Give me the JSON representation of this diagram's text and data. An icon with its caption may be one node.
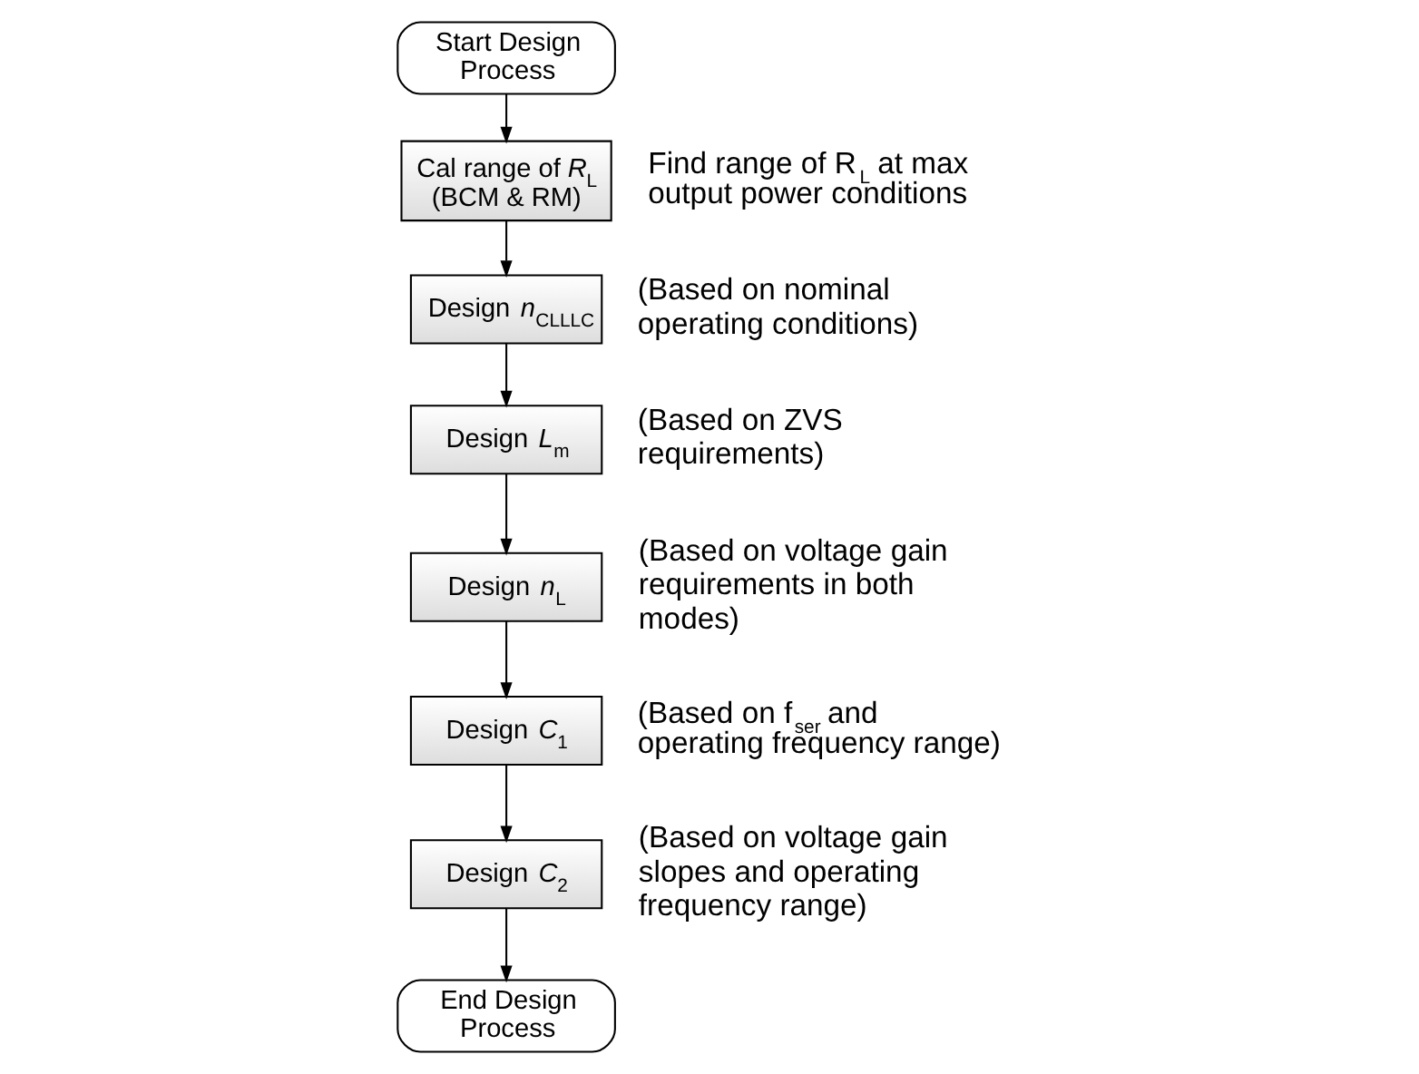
{
  "diagram": {
    "nodes": [
      {
        "text": [
          "Start Design Process"
        ]
      },
      {
        "text": [
          "Cal range of *R*$_{L}$ (BCM & RM)"
        ],
        "beside": [
          "Find range of R$_{L}$ at max output power conditions"
        ]
      },
      {
        "text": [
          "Design *n*$_{CLLLC}$"
        ],
        "beside": [
          "(Based on nominal operating conditions)"
        ]
      },
      {
        "text": [
          "Design *L*$_{m}$"
        ],
        "beside": [
          "(Based on ZVS requirements)"
        ]
      },
      {
        "text": [
          "Design *n*$_{L}$"
        ],
        "beside": [
          "(Based on voltage gain requirements in both modes)"
        ]
      },
      {
        "text": [
          "Design *C*$_{1}$"
        ],
        "beside": [
          "(Based on f$_{ser}$ and operating frequency range)"
        ]
      },
      {
        "text": [
          "Design *C*$_{2}$"
        ],
        "beside": [
          "(Based on voltage gain slopes and operating frequency range)"
        ]
      },
      {
        "text": [
          "End Design Process"
        ]
      }
    ],
    "edges": [
      {
        "from": 0,
        "to": 1,
        "arrow": "to"
      },
      {
        "from": 1,
        "to": 2,
        "arrow": "to"
      },
      {
        "from": 2,
        "to": 3,
        "arrow": "to"
      },
      {
        "from": 3,
        "to": 4,
        "arrow": "to"
      },
      {
        "from": 4,
        "to": 5,
        "arrow": "to"
      },
      {
        "from": 5,
        "to": 6,
        "arrow": "to"
      },
      {
        "from": 6,
        "to": 7,
        "arrow": "to"
      }
    ]
  }
}
